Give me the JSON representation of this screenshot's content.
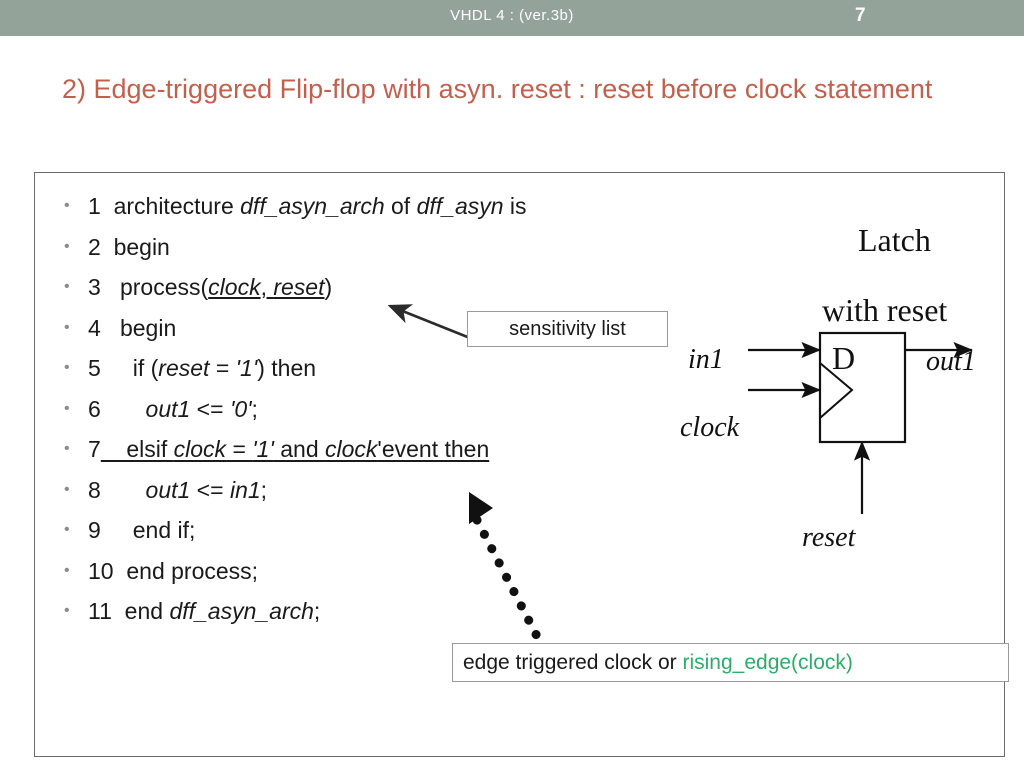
{
  "header": {
    "title": "VHDL 4 : (ver.3b)",
    "page_number": "7",
    "bar_color": "#93a399"
  },
  "slide": {
    "title": "2) Edge-triggered Flip-flop with asyn. reset : reset before clock statement",
    "title_color": "#c0604f"
  },
  "code": {
    "lines": [
      {
        "num": "1",
        "indent": " ",
        "text": "architecture dff_asyn_arch of dff_asyn is"
      },
      {
        "num": "2",
        "indent": " ",
        "text": "begin"
      },
      {
        "num": "3",
        "indent": "  ",
        "text": "process(clock, reset)"
      },
      {
        "num": "4",
        "indent": "  ",
        "text": "begin"
      },
      {
        "num": "5",
        "indent": "    ",
        "text": "if (reset = '1') then"
      },
      {
        "num": "6",
        "indent": "      ",
        "text": "out1 <= '0';"
      },
      {
        "num": "7",
        "indent": "   ",
        "text": "elsif clock = '1' and clock'event then"
      },
      {
        "num": "8",
        "indent": "      ",
        "text": "out1 <= in1;"
      },
      {
        "num": "9",
        "indent": "    ",
        "text": "end if;"
      },
      {
        "num": "10",
        "indent": " ",
        "text": "end process;"
      },
      {
        "num": "11",
        "indent": " ",
        "text": "end dff_asyn_arch;"
      }
    ]
  },
  "callouts": {
    "sensitivity_label": "sensitivity list",
    "edge_prefix": "edge triggered clock or ",
    "edge_green": "rising_edge(clock)",
    "edge_green_color": "#2eac6a"
  },
  "diagram": {
    "title_line1": "Latch",
    "title_line2": "with reset",
    "block_label": "D",
    "input_data": "in1",
    "input_clock": "clock",
    "input_reset": "reset",
    "output": "out1"
  }
}
